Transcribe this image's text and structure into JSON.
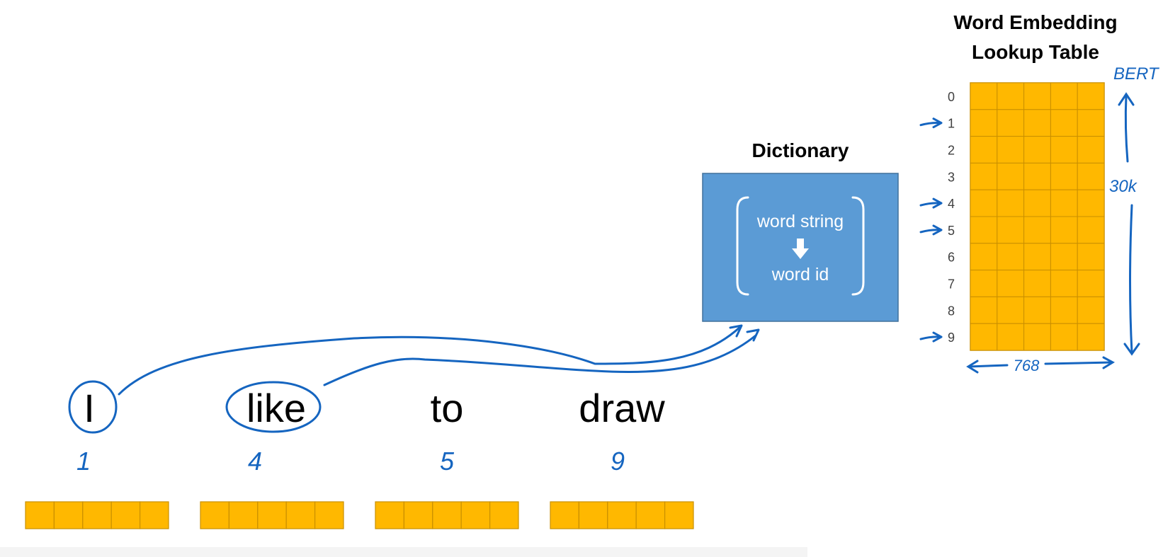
{
  "lookup_table": {
    "title_line1": "Word Embedding",
    "title_line2": "Lookup Table",
    "row_indices": [
      "0",
      "1",
      "2",
      "3",
      "4",
      "5",
      "6",
      "7",
      "8",
      "9"
    ],
    "columns": 5,
    "annotation_top": "BERT",
    "annotation_rows": "30k",
    "annotation_cols": "768",
    "pointed_rows": [
      1,
      4,
      5,
      9
    ]
  },
  "dictionary": {
    "title": "Dictionary",
    "from_label": "word string",
    "to_label": "word id"
  },
  "sentence": {
    "words": [
      {
        "text": "I",
        "id": "1",
        "circled": true
      },
      {
        "text": "like",
        "id": "4",
        "circled": true
      },
      {
        "text": "to",
        "id": "5",
        "circled": false
      },
      {
        "text": "draw",
        "id": "9",
        "circled": false
      }
    ]
  },
  "embedding_vectors": {
    "count": 4,
    "cells_each": 5
  },
  "colors": {
    "cell_fill": "#FFB800",
    "cell_stroke": "#C98F00",
    "dictionary_fill": "#5B9BD5",
    "dictionary_stroke": "#41719C",
    "ink": "#1565C0",
    "text": "#000000",
    "index_text": "#404040"
  }
}
